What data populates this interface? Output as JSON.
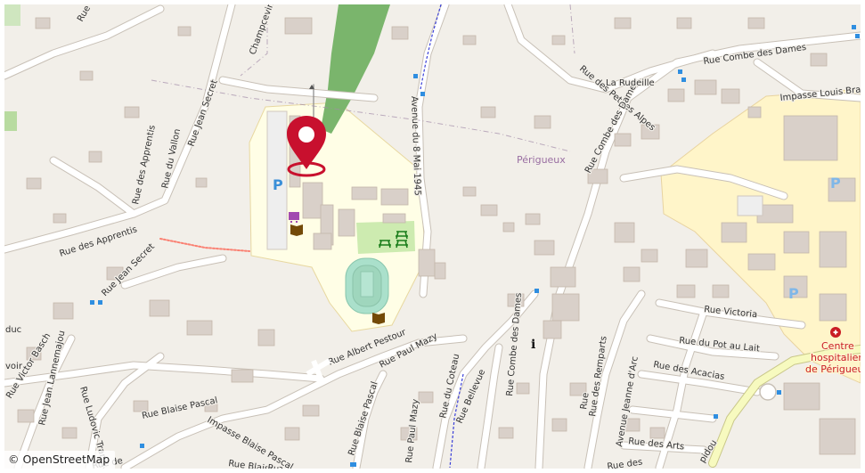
{
  "map": {
    "colors": {
      "background": "#f2efe9",
      "building": "#d9d0c9",
      "building_outline": "#c4b6ab",
      "residential_road": "#ffffff",
      "road_casing": "#c8c0b6",
      "secondary_road": "#f7fabf",
      "hospital_area": "#fff5c9",
      "school_area": "#fffee6",
      "forest": "#76b06a",
      "park": "#cdebb0",
      "pitch": "#aae0cb",
      "boundary": "#a38ca8",
      "bus_stop": "#2f8ee0",
      "marker": "#c8102e"
    },
    "streets": [
      {
        "id": "champcevinel",
        "text": "Champcevinel"
      },
      {
        "id": "rue-g",
        "text": "Rue G"
      },
      {
        "id": "rue-jean-secret-1",
        "text": "Rue Jean Secret"
      },
      {
        "id": "rue-du-vallon",
        "text": "Rue du Vallon"
      },
      {
        "id": "rue-des-apprentis-1",
        "text": "Rue des Apprentis"
      },
      {
        "id": "rue-des-apprentis-2",
        "text": "Rue des Apprentis"
      },
      {
        "id": "rue-jean-secret-2",
        "text": "Rue Jean Secret"
      },
      {
        "id": "avenue-8-mai",
        "text": "Avenue du 8 Mai 1945"
      },
      {
        "id": "rue-des-petites-alpes",
        "text": "Rue des Petites Alpes"
      },
      {
        "id": "rue-combe-des-dames-1",
        "text": "Rue Combe des Dames"
      },
      {
        "id": "rue-combe-des-dames-2",
        "text": "Rue Combe des Dames"
      },
      {
        "id": "rue-combe-des-dames-3",
        "text": "Rue Combe des Dames"
      },
      {
        "id": "impasse-louis-braille",
        "text": "Impasse Louis Braille"
      },
      {
        "id": "rue-victoria",
        "text": "Rue Victoria"
      },
      {
        "id": "rue-du-pot-au-lait",
        "text": "Rue du Pot au Lait"
      },
      {
        "id": "rue-des-acacias",
        "text": "Rue des Acacias"
      },
      {
        "id": "rue-des-remparts",
        "text": "Rue des Remparts"
      },
      {
        "id": "avenue-jeanne-darc",
        "text": "Avenue Jeanne d'Arc"
      },
      {
        "id": "rue-des-arts",
        "text": "Rue des Arts"
      },
      {
        "id": "rue-albert-pestour",
        "text": "Rue Albert Pestour"
      },
      {
        "id": "rue-paul-mazy-1",
        "text": "Rue Paul Mazy"
      },
      {
        "id": "rue-paul-mazy-2",
        "text": "Rue Paul Mazy"
      },
      {
        "id": "rue-du-coteau",
        "text": "Rue du Coteau"
      },
      {
        "id": "rue-bellevue",
        "text": "Rue Bellevue"
      },
      {
        "id": "rue-blaise-pascal-1",
        "text": "Rue Blaise Pascal"
      },
      {
        "id": "rue-blaise-pascal-2",
        "text": "Rue Blaise Pascal"
      },
      {
        "id": "rue-blaise-pascal-3",
        "text": "Rue Blaise Pascal"
      },
      {
        "id": "impasse-blaise-pascal",
        "text": "Impasse Blaise Pascal"
      },
      {
        "id": "rue-victor-basch",
        "text": "Rue Victor Basch"
      },
      {
        "id": "rue-jean-lannemajou",
        "text": "Rue Jean Lannemajou"
      },
      {
        "id": "rue-ludovic-trarieux",
        "text": "Rue Ludovic Trarieux"
      },
      {
        "id": "rue-des-remparts-2",
        "text": "Rue des"
      },
      {
        "id": "frag-duc",
        "text": "duc"
      },
      {
        "id": "frag-voir",
        "text": "voir"
      },
      {
        "id": "frag-pidou",
        "text": "pidou"
      },
      {
        "id": "frag-rue-de",
        "text": "Rue de"
      },
      {
        "id": "frag-ru",
        "text": "Ru"
      },
      {
        "id": "frag-rue",
        "text": "Rue"
      }
    ],
    "places": {
      "la_rudeille": "La Rudeille",
      "perigueux": "Périgueux"
    },
    "hospital": {
      "line1": "Centre",
      "line2": "hospitalier",
      "line3": "de Périgueux",
      "icon": "hospital-cross-icon"
    },
    "poi_icons": [
      "location-pin-icon",
      "parking-icon",
      "shop-icon",
      "library-icon",
      "picnic-table-icon",
      "information-icon",
      "bus-stop-icon"
    ],
    "attribution": "© OpenStreetMap"
  }
}
